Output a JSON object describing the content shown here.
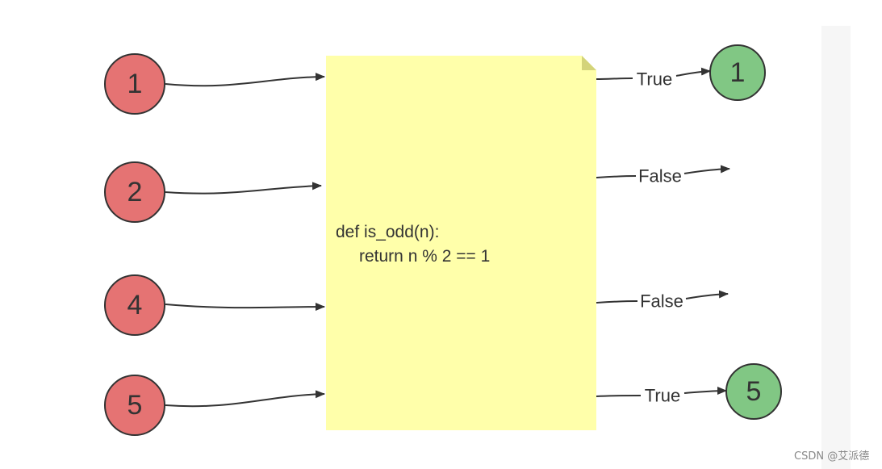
{
  "inputs": [
    {
      "label": "1"
    },
    {
      "label": "2"
    },
    {
      "label": "4"
    },
    {
      "label": "5"
    }
  ],
  "function_box": {
    "code_line_1": "def is_odd(n):",
    "code_line_2": "return n % 2 == 1"
  },
  "outputs": [
    {
      "result": "True",
      "value": "1"
    },
    {
      "result": "False"
    },
    {
      "result": "False"
    },
    {
      "result": "True",
      "value": "5"
    }
  ],
  "colors": {
    "input_fill": "#e57373",
    "output_fill": "#81c784",
    "note_fill": "#ffffaa",
    "note_fold": "#d4d47a",
    "stroke": "#333333"
  },
  "watermark": "CSDN @艾派德"
}
